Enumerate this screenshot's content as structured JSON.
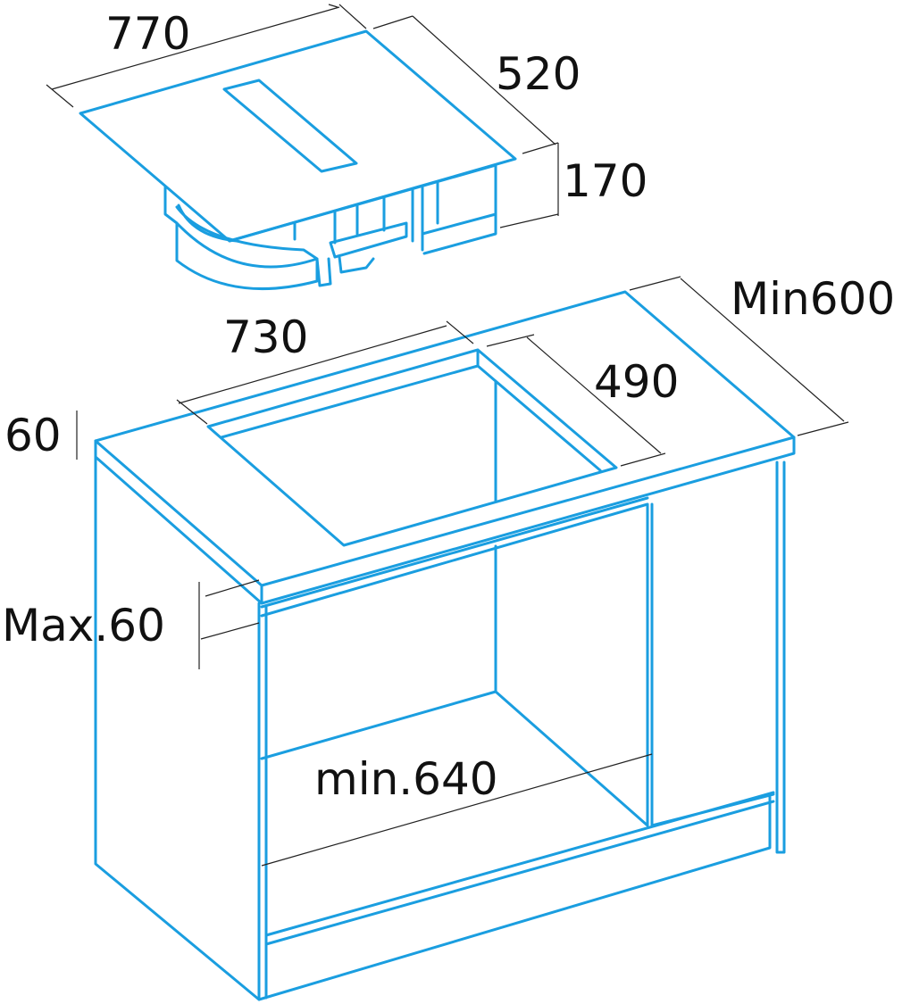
{
  "diagram": {
    "line_color": "#1a9ee0",
    "dimensions": {
      "hob_width": "770",
      "hob_depth": "520",
      "hob_height": "170",
      "cutout_width": "730",
      "cutout_depth": "490",
      "worktop_depth": "Min600",
      "worktop_thickness": "60",
      "max_gap": "Max.60",
      "min_cabinet_width": "min.640"
    }
  }
}
